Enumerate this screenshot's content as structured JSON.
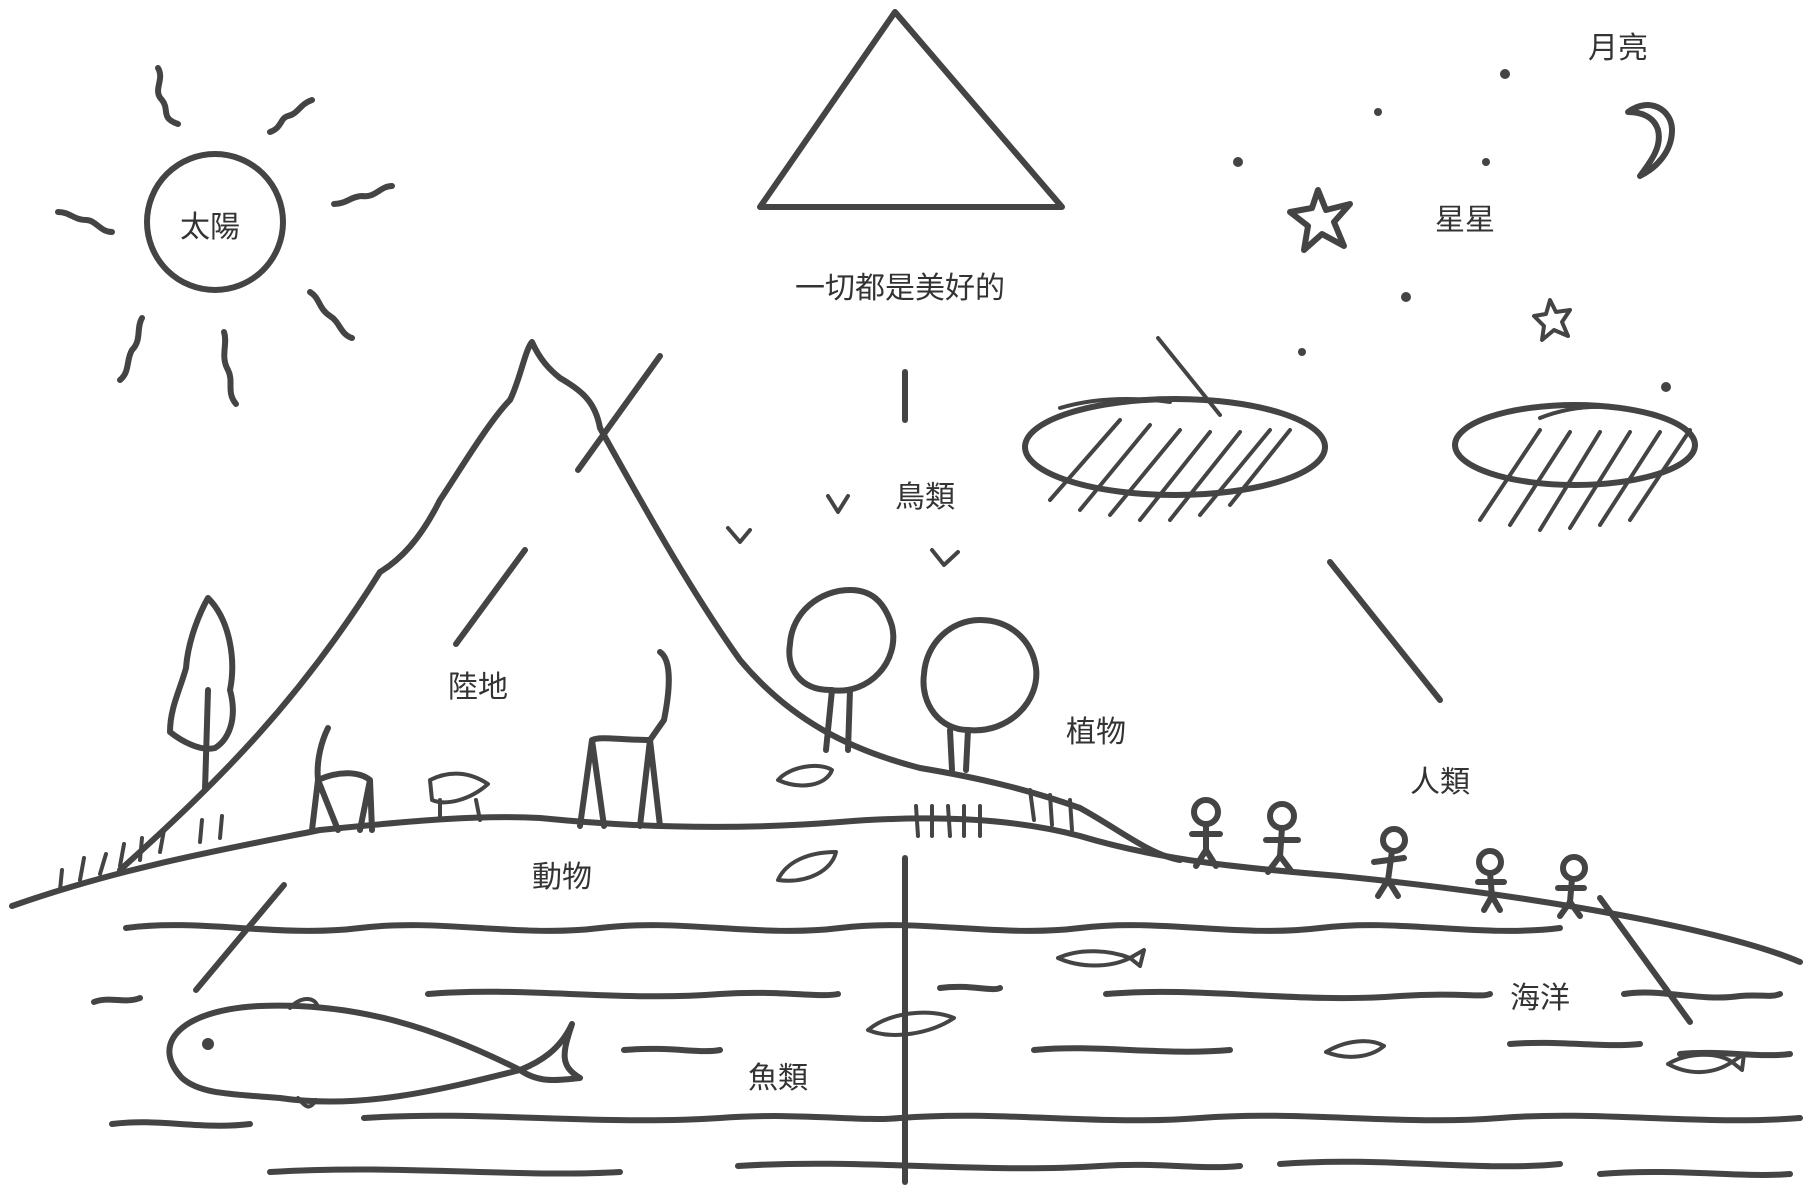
{
  "diagram": {
    "labels": {
      "sun": "太陽",
      "moon": "月亮",
      "stars": "星星",
      "all_good": "一切都是美好的",
      "birds": "鳥類",
      "land": "陸地",
      "plants": "植物",
      "humans": "人類",
      "animals": "動物",
      "ocean": "海洋",
      "fish": "魚類"
    }
  }
}
